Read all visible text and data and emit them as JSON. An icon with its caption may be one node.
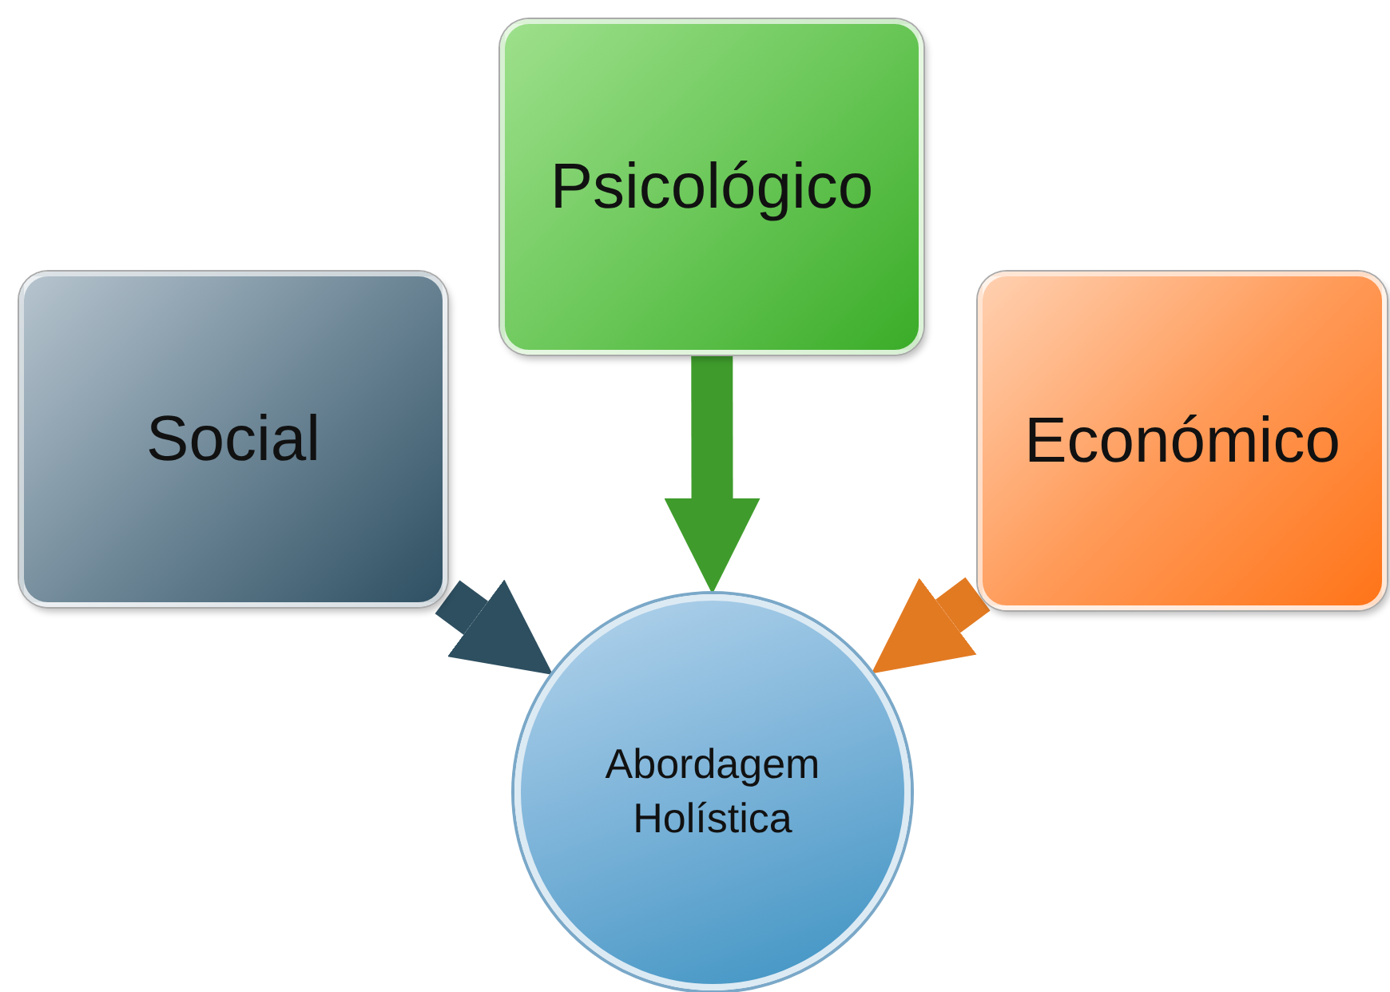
{
  "diagram": {
    "nodes": [
      {
        "text": [
          "Psicológico"
        ]
      },
      {
        "text": [
          "Social"
        ]
      },
      {
        "text": [
          "Económico"
        ]
      },
      {
        "text": [
          "Abordagem Holística"
        ]
      }
    ],
    "edges": [
      {
        "from": 1,
        "to": 3,
        "arrow": "to",
        "color": "#2d4f60"
      },
      {
        "from": 0,
        "to": 3,
        "arrow": "to",
        "color": "#3f9c2c"
      },
      {
        "from": 2,
        "to": 3,
        "arrow": "to",
        "color": "#e27a22"
      }
    ]
  }
}
